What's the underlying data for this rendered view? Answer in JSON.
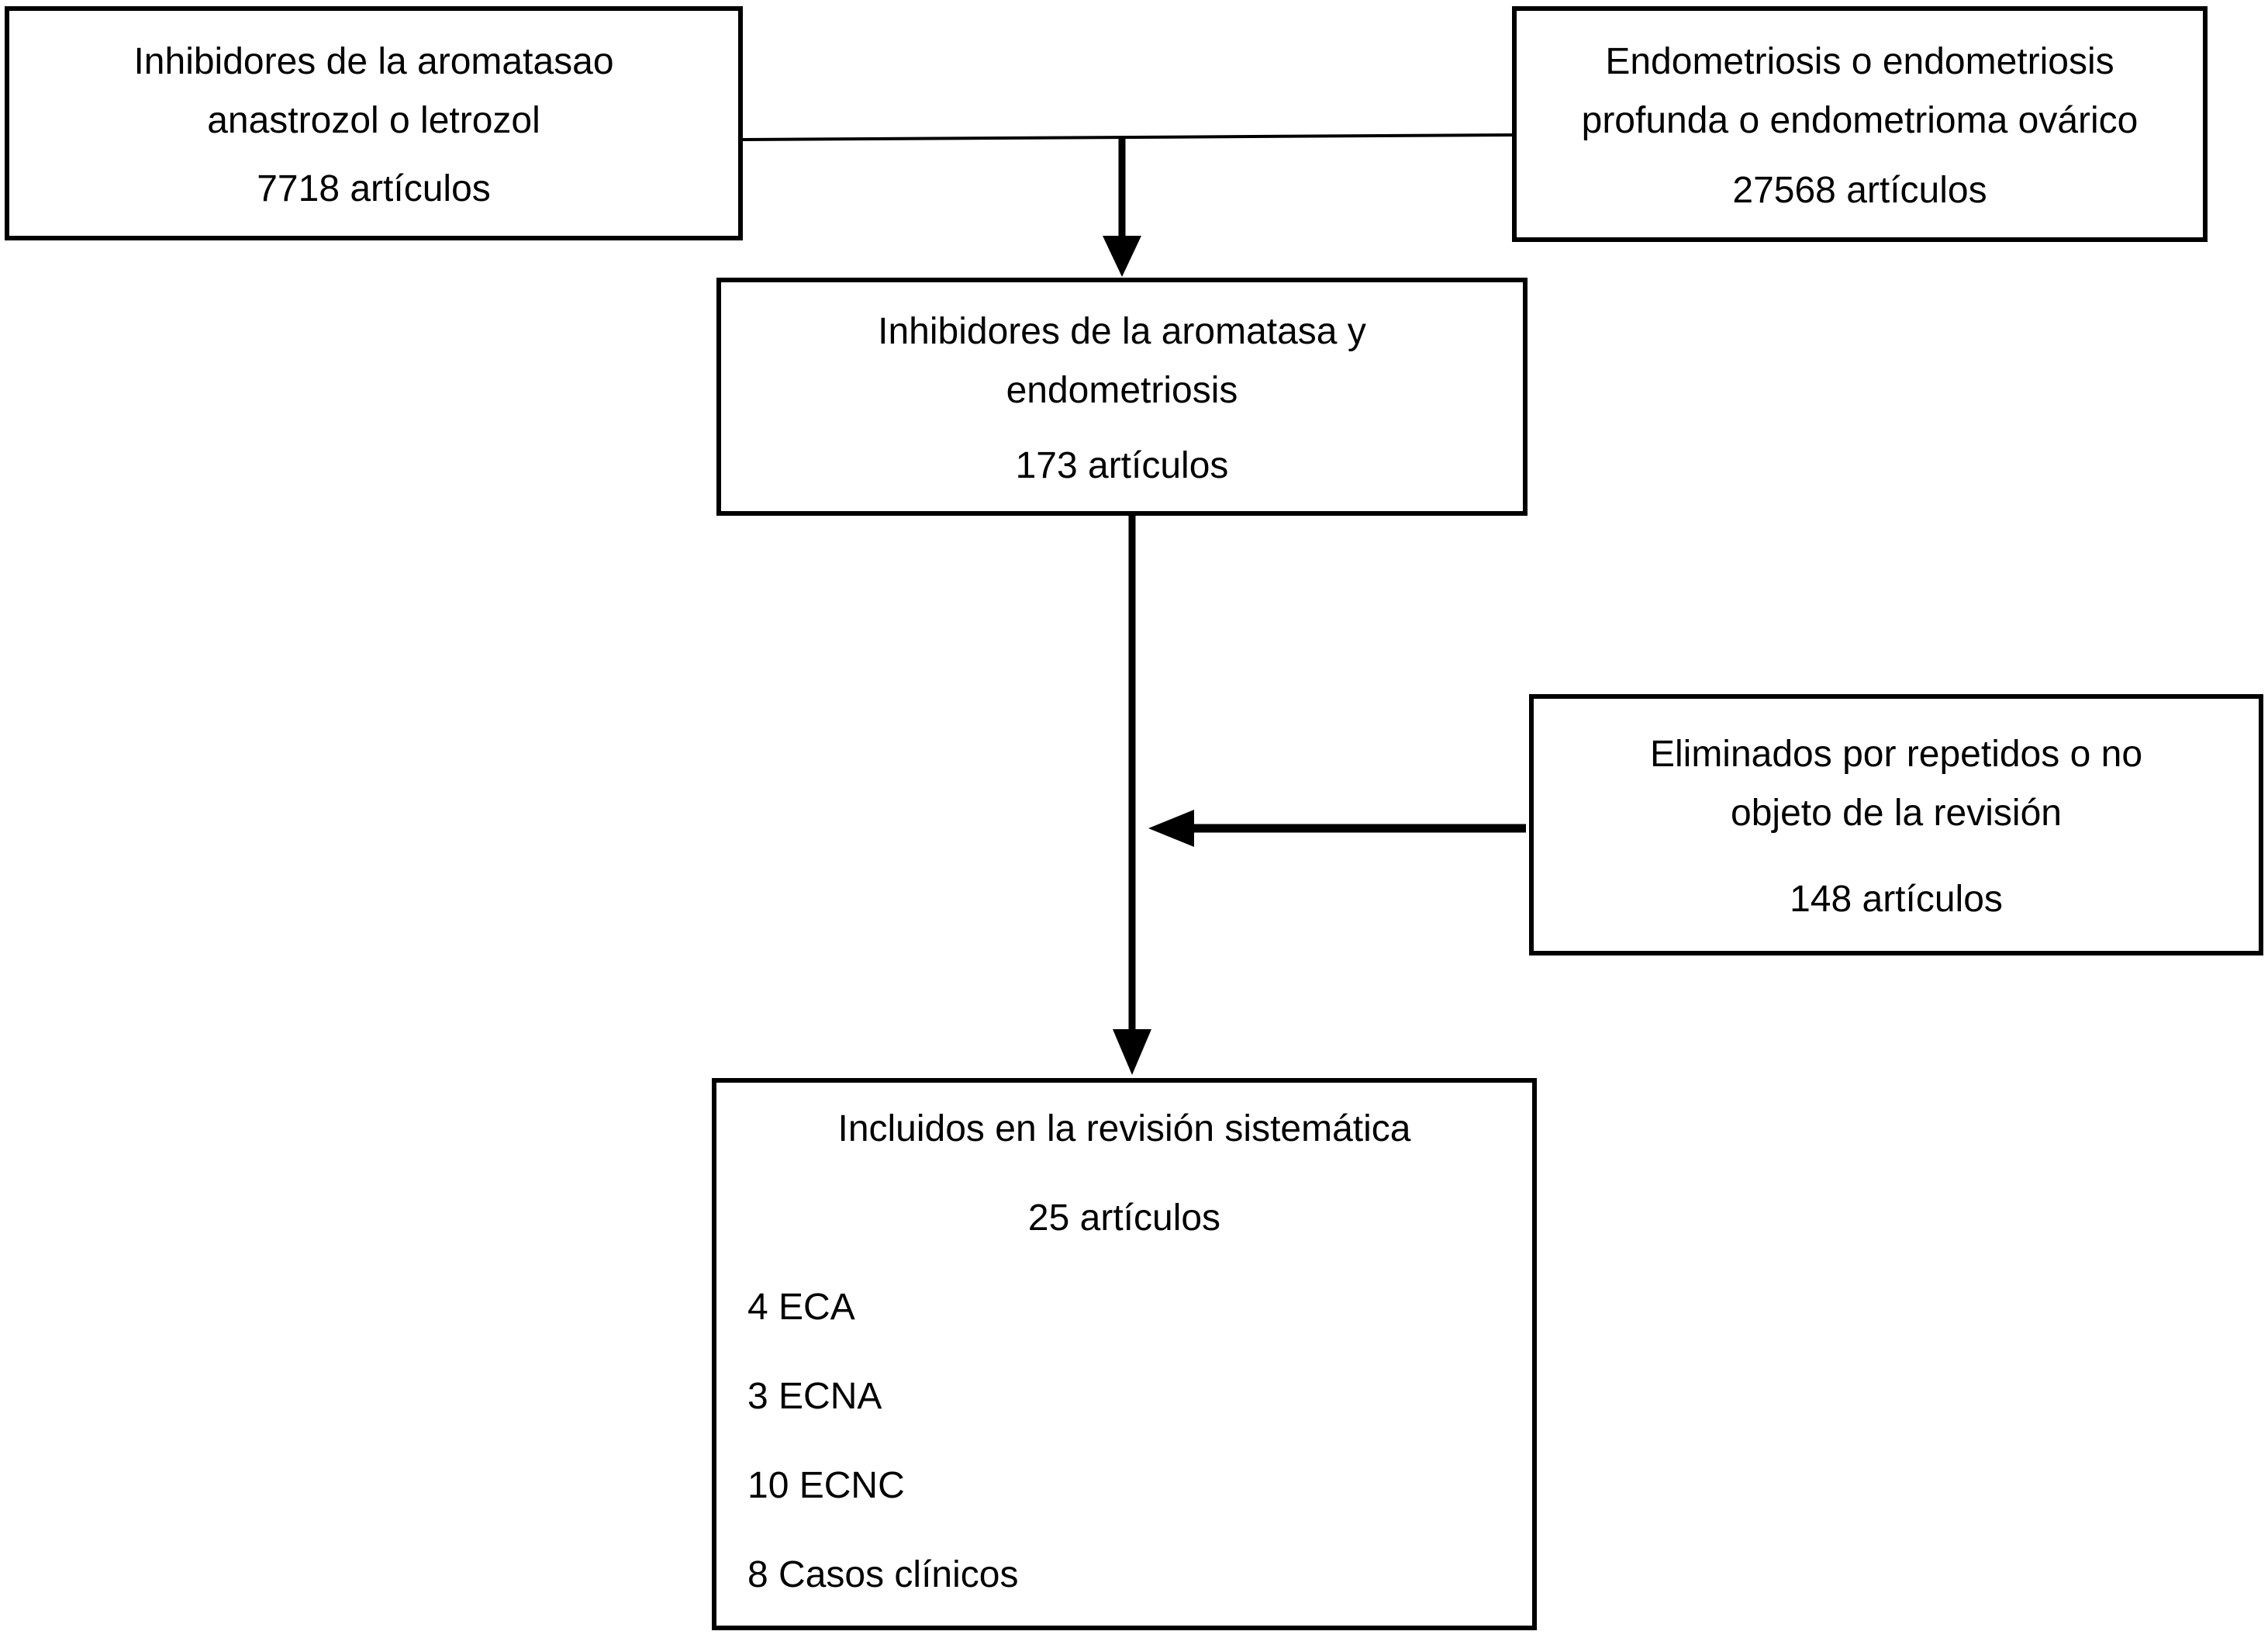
{
  "diagram": {
    "background_color": "#ffffff",
    "line_color": "#000000",
    "text_color": "#000000",
    "boxes": [
      {
        "name": "search-aromatase-inhibitors",
        "title_lines": [
          "Inhibidores de la aromatasao",
          "anastrozol o letrozol"
        ],
        "count": "7718 artículos"
      },
      {
        "name": "search-endometriosis",
        "title_lines": [
          "Endometriosis o endometriosis",
          "profunda o endometrioma ovárico"
        ],
        "count": "27568 artículos"
      },
      {
        "name": "combined-search",
        "title_lines": [
          "Inhibidores de la aromatasa y",
          "endometriosis"
        ],
        "count": "173 artículos"
      },
      {
        "name": "excluded-articles",
        "title_lines": [
          "Eliminados por repetidos o no",
          "objeto de la revisión"
        ],
        "count": "148 artículos"
      },
      {
        "name": "included-articles",
        "title": "Incluidos en la revisión sistemática",
        "count": "25 artículos",
        "breakdown": [
          "4 ECA",
          "3 ECNA",
          "10 ECNC",
          "8 Casos clínicos"
        ]
      }
    ]
  }
}
